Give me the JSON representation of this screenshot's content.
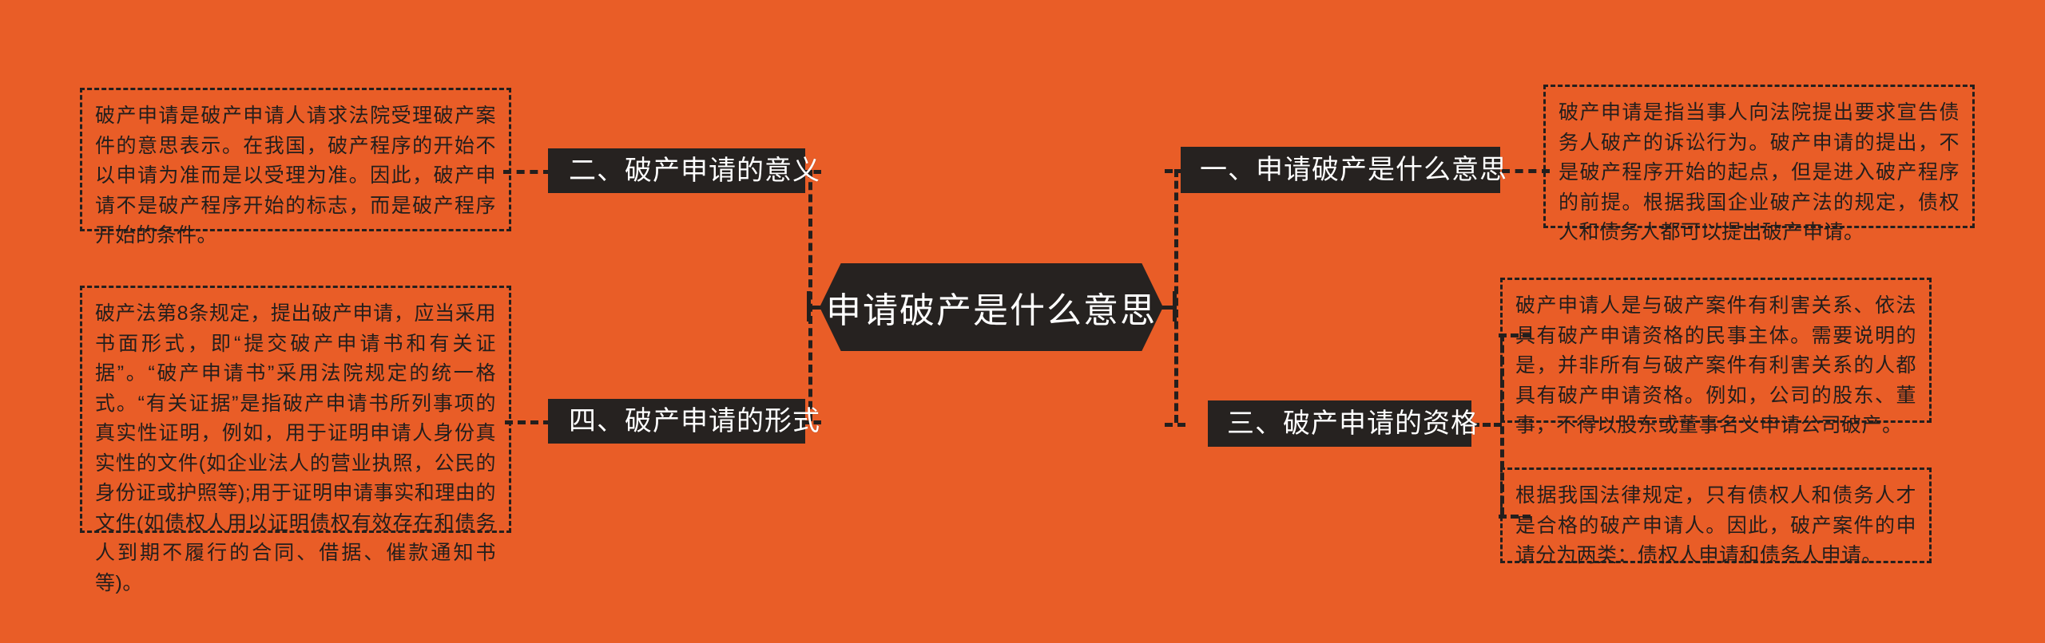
{
  "theme": {
    "background": "#E95D27",
    "node_fill": "#262220",
    "node_text": "#FFFFFF",
    "line_color": "#241F1D",
    "detail_text": "#231E1C"
  },
  "mindmap": {
    "center": {
      "title": "申请破产是什么意思"
    },
    "branches": [
      {
        "id": "branch-1",
        "side": "right",
        "label": "一、申请破产是什么意思",
        "detail": "破产申请是指当事人向法院提出要求宣告债务人破产的诉讼行为。破产申请的提出，不是破产程序开始的起点，但是进入破产程序的前提。根据我国企业破产法的规定，债权人和债务人都可以提出破产申请。"
      },
      {
        "id": "branch-2",
        "side": "left",
        "label": "二、破产申请的意义",
        "detail": "破产申请是破产申请人请求法院受理破产案件的意思表示。在我国，破产程序的开始不以申请为准而是以受理为准。因此，破产申请不是破产程序开始的标志，而是破产程序开始的条件。"
      },
      {
        "id": "branch-3",
        "side": "right",
        "label": "三、破产申请的资格",
        "detail_upper": "破产申请人是与破产案件有利害关系、依法具有破产申请资格的民事主体。需要说明的是，并非所有与破产案件有利害关系的人都具有破产申请资格。例如，公司的股东、董事，不得以股东或董事名义申请公司破产。",
        "detail_lower": "根据我国法律规定，只有债权人和债务人才是合格的破产申请人。因此，破产案件的申请分为两类：债权人申请和债务人申请。"
      },
      {
        "id": "branch-4",
        "side": "left",
        "label": "四、破产申请的形式",
        "detail": "破产法第8条规定，提出破产申请，应当采用书面形式，即“提交破产申请书和有关证据”。“破产申请书”采用法院规定的统一格式。“有关证据”是指破产申请书所列事项的真实性证明，例如，用于证明申请人身份真实性的文件(如企业法人的营业执照，公民的身份证或护照等);用于证明申请事实和理由的文件(如债权人用以证明债权有效存在和债务人到期不履行的合同、借据、催款通知书等)。"
      }
    ]
  }
}
